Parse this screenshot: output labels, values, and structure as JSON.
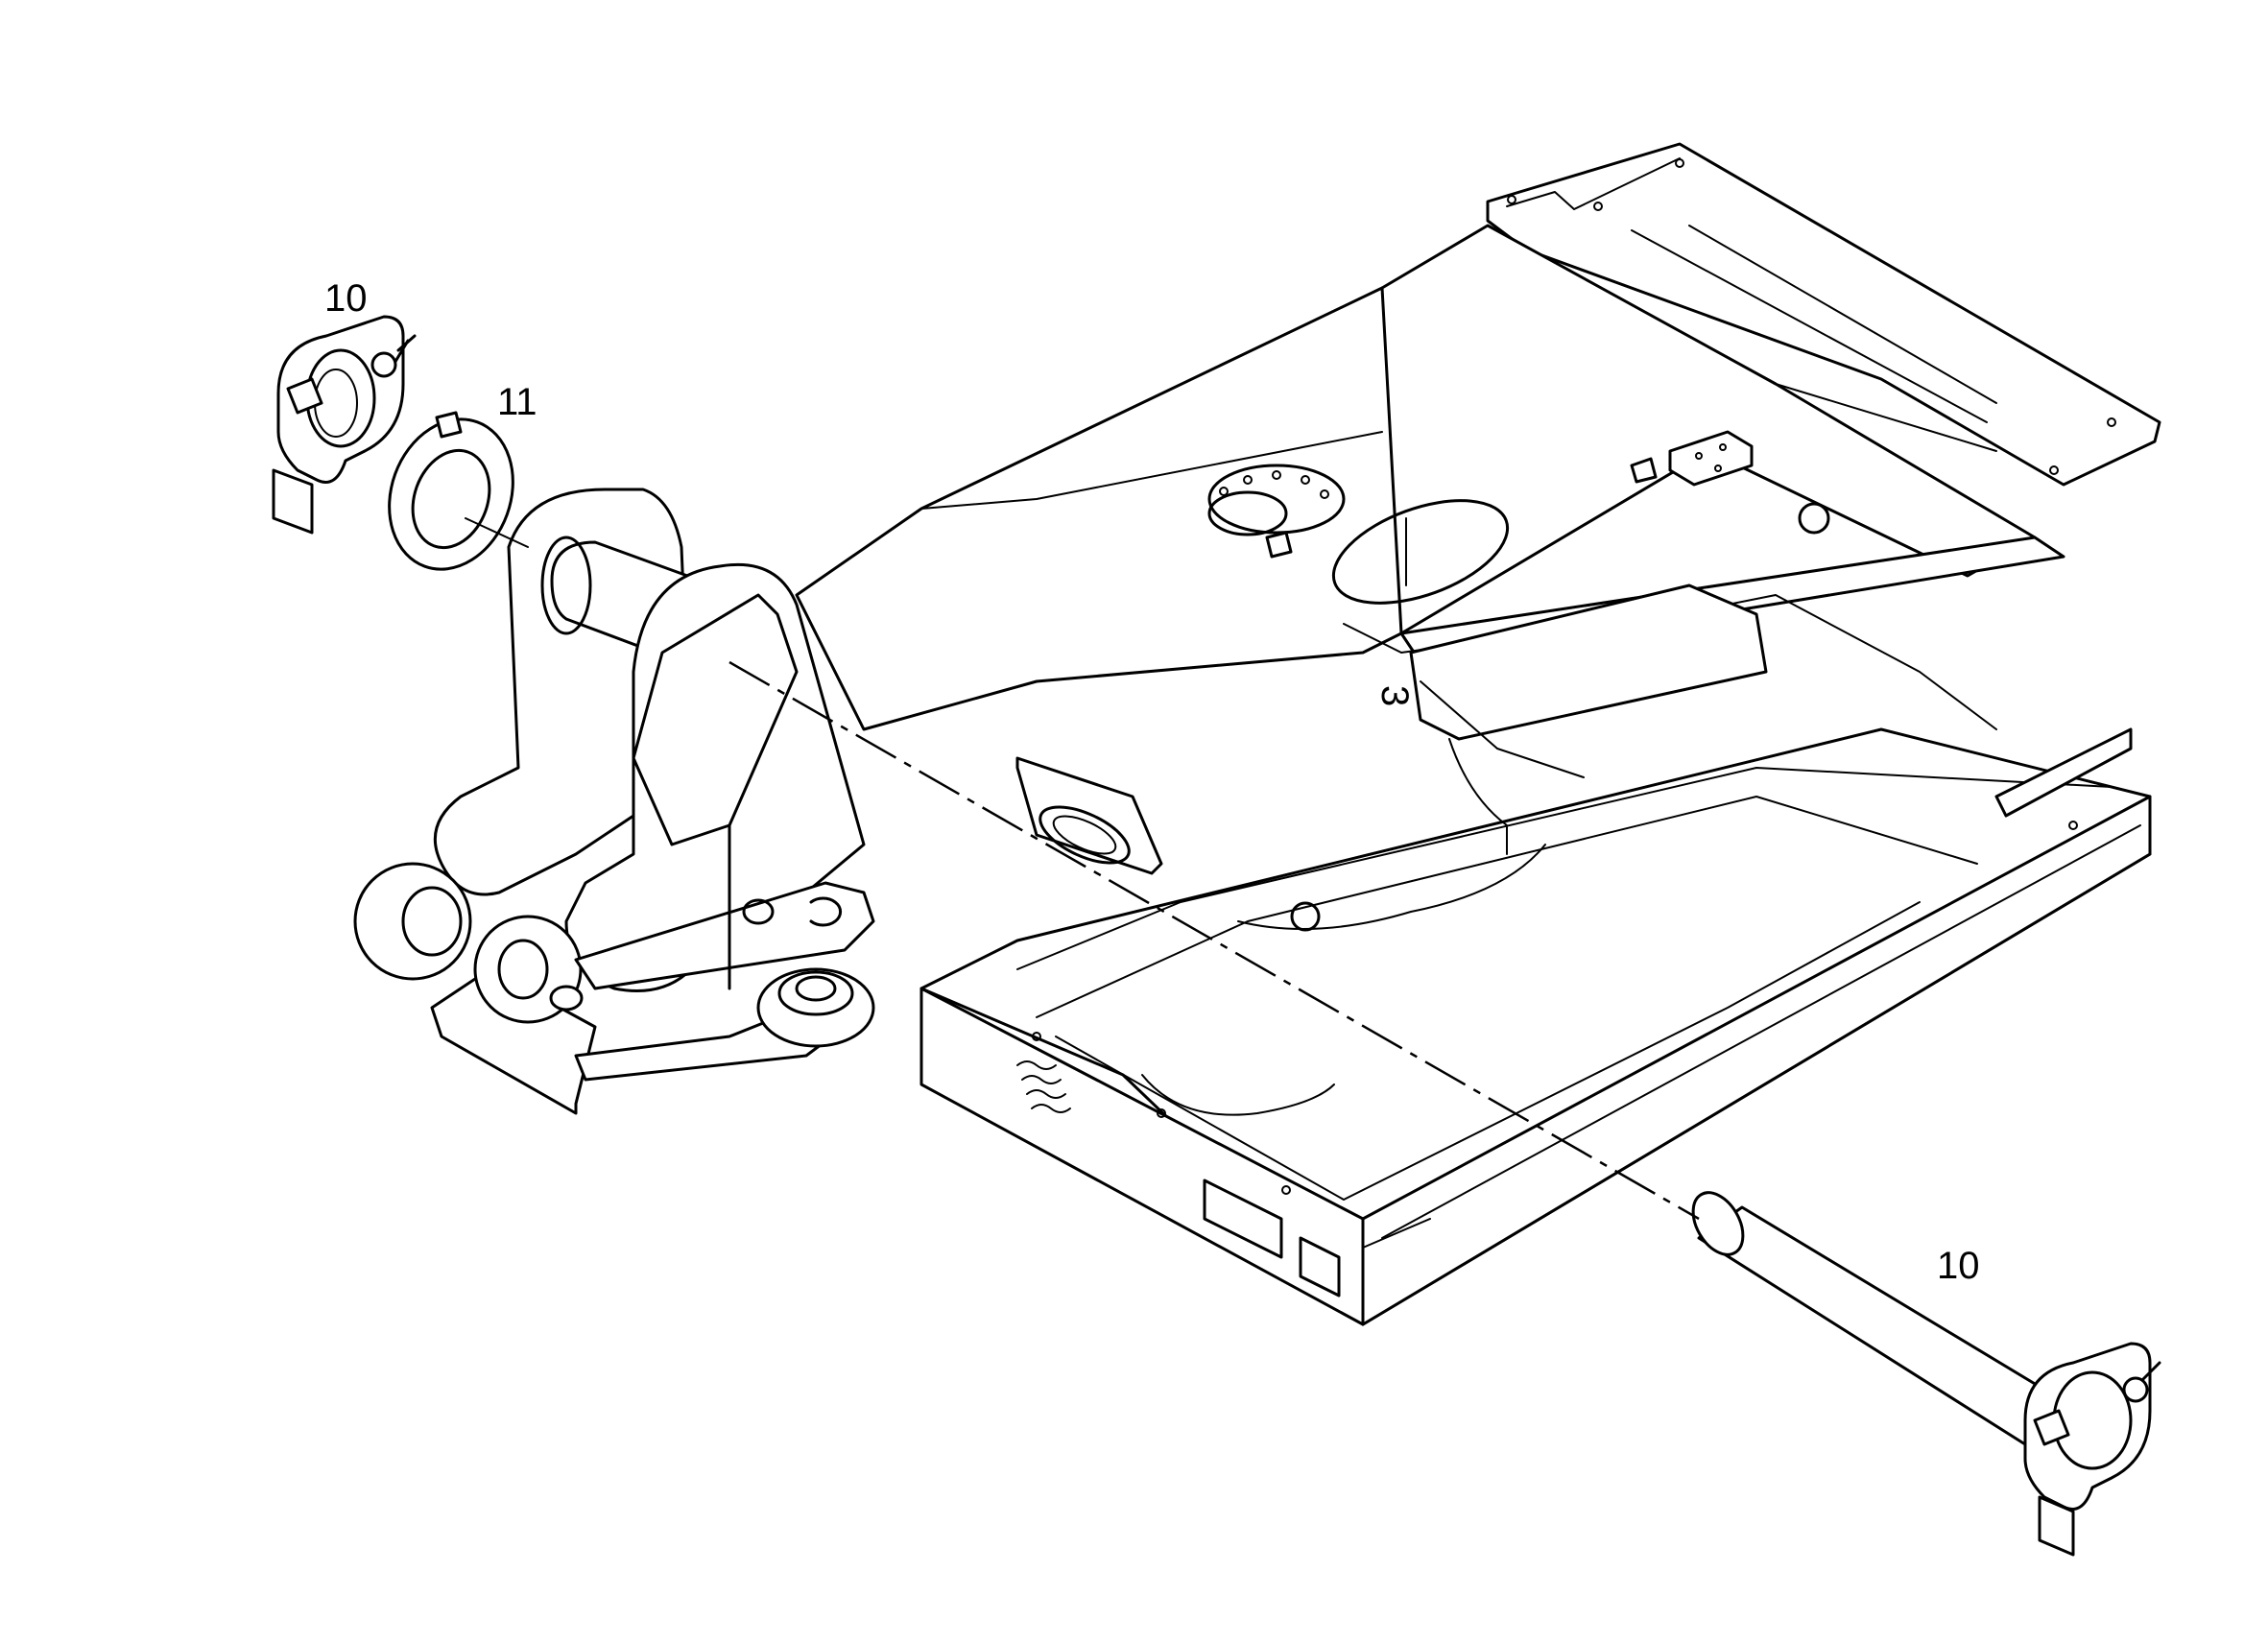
{
  "diagram": {
    "callouts": {
      "part_10_top": "10",
      "part_11": "11",
      "part_10_bottom": "10"
    },
    "frame_markings": "3"
  }
}
